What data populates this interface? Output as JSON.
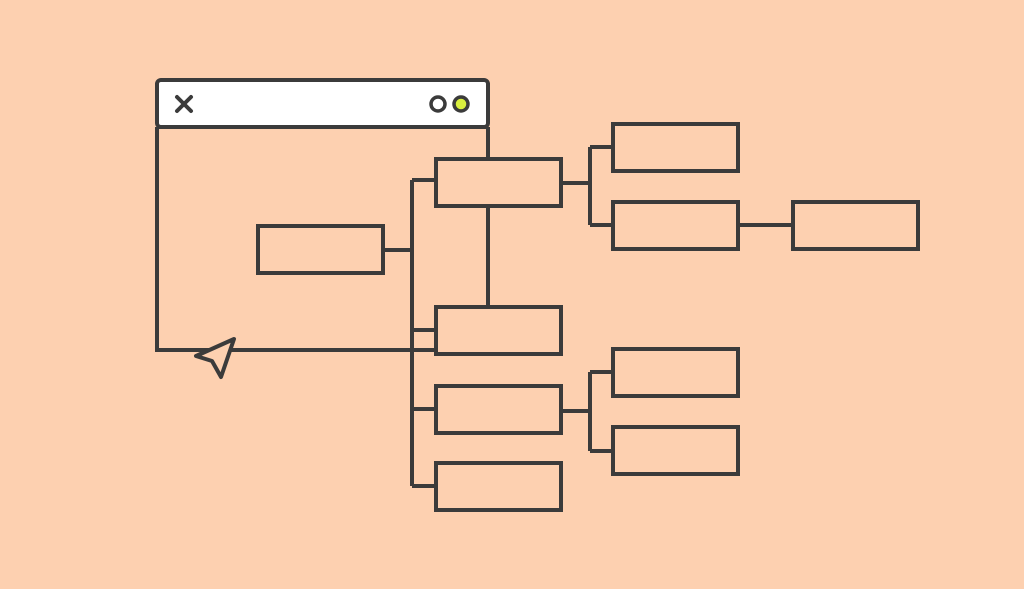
{
  "colors": {
    "background": "#fdd0b0",
    "stroke": "#3b3b3b",
    "window_bar": "#ffffff",
    "dot_accent": "#d9ef3e"
  },
  "icons": {
    "window_close": "close-icon",
    "window_dots": "window-controls-icon",
    "cursor": "cursor-arrow-icon"
  },
  "diagram": {
    "type": "tree",
    "nodes": [
      {
        "id": "root",
        "label": ""
      },
      {
        "id": "n1",
        "label": ""
      },
      {
        "id": "n2",
        "label": ""
      },
      {
        "id": "n3",
        "label": ""
      },
      {
        "id": "n4",
        "label": ""
      },
      {
        "id": "n1a",
        "label": ""
      },
      {
        "id": "n1b",
        "label": ""
      },
      {
        "id": "n1b1",
        "label": ""
      },
      {
        "id": "n3a",
        "label": ""
      },
      {
        "id": "n3b",
        "label": ""
      }
    ],
    "edges": [
      [
        "root",
        "n1"
      ],
      [
        "root",
        "n2"
      ],
      [
        "root",
        "n3"
      ],
      [
        "root",
        "n4"
      ],
      [
        "n1",
        "n2"
      ],
      [
        "n1",
        "n1a"
      ],
      [
        "n1",
        "n1b"
      ],
      [
        "n1b",
        "n1b1"
      ],
      [
        "n3",
        "n3a"
      ],
      [
        "n3",
        "n3b"
      ]
    ]
  }
}
